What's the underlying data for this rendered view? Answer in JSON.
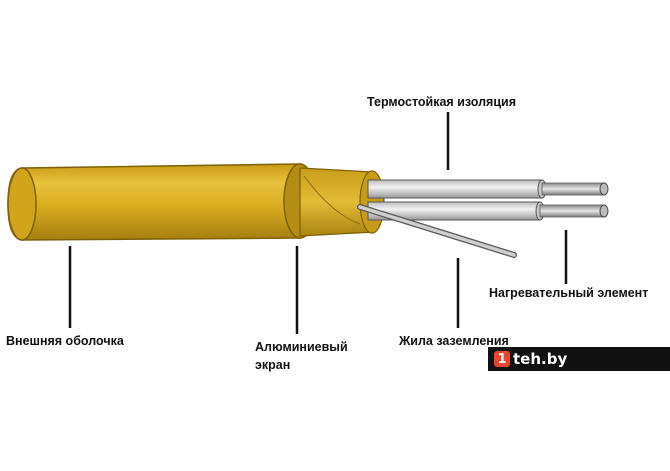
{
  "labels": {
    "insulation": "Термостойкая изоляция",
    "heating_element": "Нагревательный элемент",
    "outer_sheath": "Внешняя оболочка",
    "aluminum_screen_line1": "Алюминиевый",
    "aluminum_screen_line2": "экран",
    "ground_wire": "Жила заземления"
  },
  "watermark": {
    "mark": "1",
    "text": "teh.by",
    "accent": "#e8452c"
  },
  "colors": {
    "sheath": "#d9ac1e",
    "sheath_dark": "#a57f10",
    "sheath_light": "#ecc94a",
    "insulation": "#d8d8d8",
    "leader": "#111111"
  }
}
